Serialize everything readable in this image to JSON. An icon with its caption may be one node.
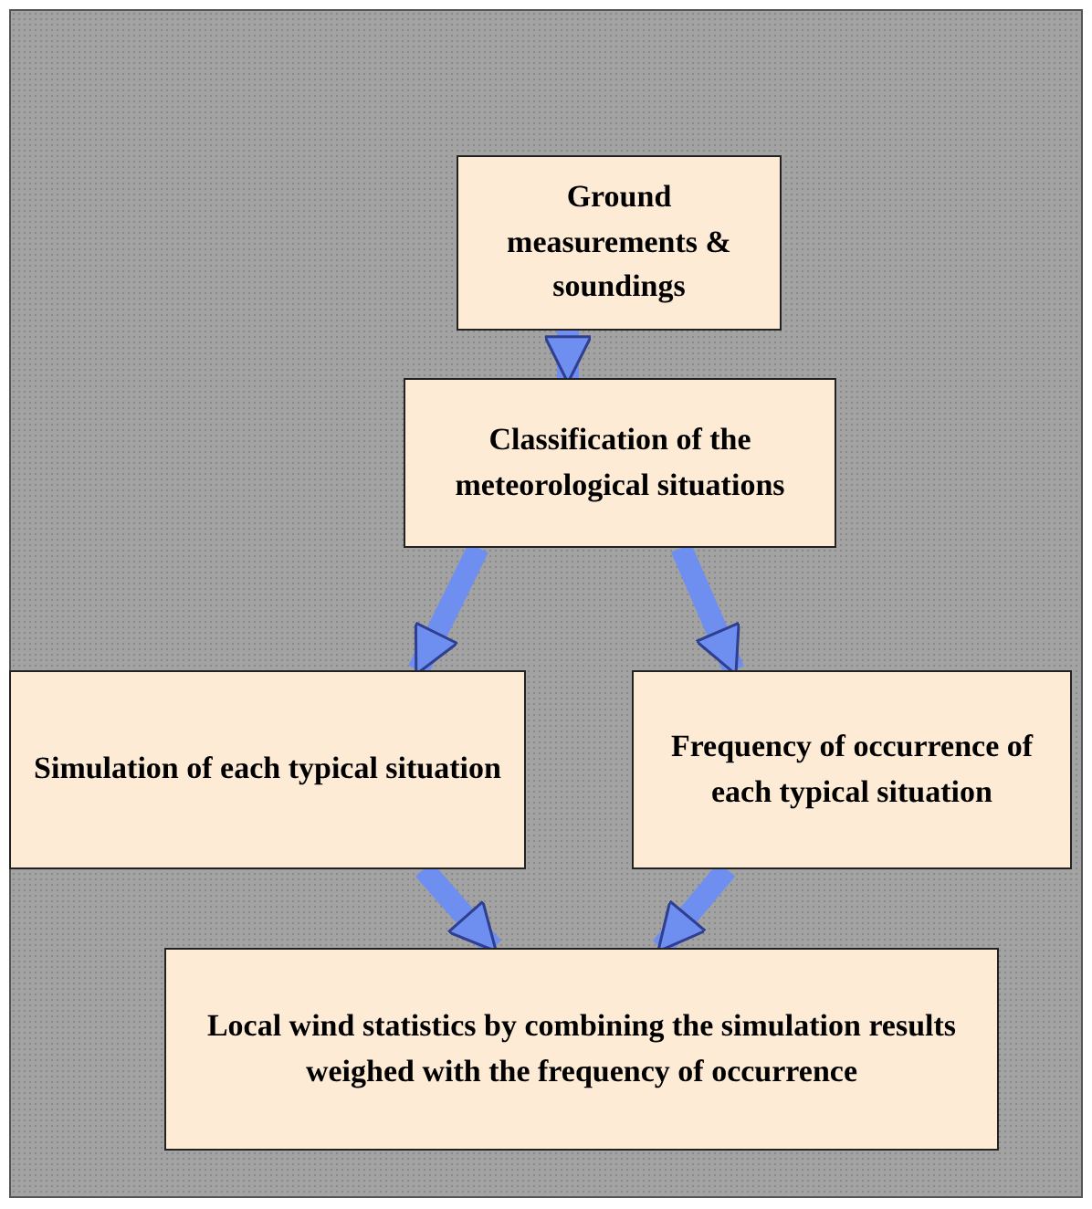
{
  "diagram": {
    "nodes": [
      {
        "text": [
          "Ground measurements & soundings"
        ]
      },
      {
        "text": [
          "Classification of the meteorological situations"
        ]
      },
      {
        "text": [
          "Simulation of each typical situation"
        ]
      },
      {
        "text": [
          "Frequency of occurrence of each typical situation"
        ]
      },
      {
        "text": [
          "Local wind statistics by combining the simulation results weighed with the frequency of occurrence"
        ]
      }
    ],
    "edges": [
      {
        "from": 0,
        "to": 1,
        "arrow": "to"
      },
      {
        "from": 1,
        "to": 2,
        "arrow": "to"
      },
      {
        "from": 1,
        "to": 3,
        "arrow": "to"
      },
      {
        "from": 2,
        "to": 4,
        "arrow": "to"
      },
      {
        "from": 3,
        "to": 4,
        "arrow": "to"
      }
    ]
  }
}
